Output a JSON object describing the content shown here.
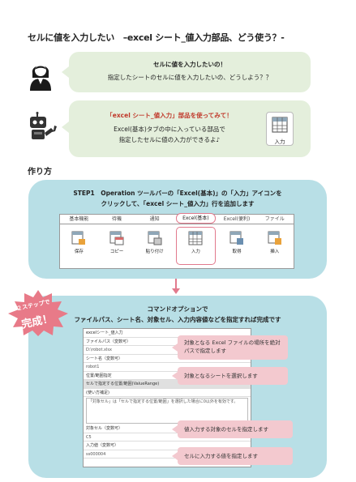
{
  "page": {
    "title": "セルに値を入力したい　–excel シート_値入力部品、どう使う？-"
  },
  "conversation": {
    "user_bubble": {
      "heading": "セルに値を入力したいの！",
      "text": "指定したシートのセルに値を入力したいの、どうしよう？？"
    },
    "robot_bubble": {
      "heading": "「excel シート_値入力」部品を使ってみて！",
      "line1": "Excel(基本)タブの中に入っている部品で",
      "line2": "指定したセルに値の入力ができるよ♪",
      "card_label": "入力"
    }
  },
  "howto": {
    "title": "作り方",
    "step1_line1": "STEP1　Operation ツールバーの「Excel(基本)」の「入力」アイコンを",
    "step1_line2": "クリックして、「excel シート_値入力」行を追加します"
  },
  "ribbon": {
    "tabs": [
      "基本機能",
      "待機",
      "通知",
      "Excel(基本)",
      "Excel(便利)",
      "ファイル"
    ],
    "active_tab": "Excel(基本)",
    "buttons": [
      "保存",
      "コピー",
      "貼り付け",
      "入力",
      "取得",
      "挿入"
    ],
    "active_button": "入力"
  },
  "command": {
    "heading_line1": "コマンドオプションで",
    "heading_line2": "ファイルパス、シート名、対象セル、入力内容値などを指定すれば完成です",
    "badge_line1": "２ステップで",
    "badge_line2": "完成！",
    "properties": {
      "title": "excelシート_値入力",
      "file_path_label": "ファイルパス（変数可）",
      "file_path_value": "D:\\robot.xlsx",
      "sheet_label": "シート名（変数可）",
      "sheet_value": "robot1",
      "position_label": "位置/範囲指定",
      "position_value": "セルで指定する位置/範囲(ValueRange)",
      "notes_label": "(使い方補足)",
      "notes_text": "「対象セル」は「セルで指定する位置/範囲」を選択した場合に0以外を有効です。",
      "target_cell_label": "対象セル（変数可）",
      "target_cell_value": "C5",
      "input_value_label": "入力値（変数可）",
      "input_value_value": "ss000004"
    },
    "callouts": {
      "file": "対象となる Excel ファイルの場所を絶対パスで指定します",
      "sheet": "対象となるシートを選択します",
      "cell": "値入力する対象のセルを指定します",
      "value": "セルに入力する値を指定します"
    }
  },
  "colors": {
    "bubble": "#e4efdc",
    "panel": "#b8dfe6",
    "accent": "#e27a8d",
    "callout": "#f3c9cf",
    "heading_red": "#c0392b"
  }
}
